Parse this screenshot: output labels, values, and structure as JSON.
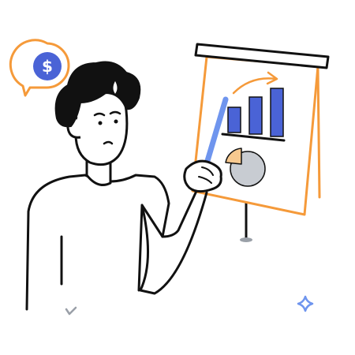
{
  "illustration": {
    "subject": "presenter-with-flipchart",
    "icons": [
      "speech-bubble-dollar-icon",
      "flipchart-icon",
      "bar-chart-icon",
      "trend-arrow-icon",
      "pie-chart-icon",
      "pointer-stick-icon",
      "sparkle-icon"
    ]
  },
  "speech_bubble": {
    "symbol": "$"
  },
  "flipchart": {
    "bar_chart": {
      "bar_levels": [
        0.45,
        0.7,
        0.95
      ]
    },
    "pie_chart": {
      "highlight_fraction": 0.25
    }
  },
  "colors": {
    "outline": "#111111",
    "hair": "#111111",
    "skin": "#ffffff",
    "accent_blue": "#4a63d6",
    "pointer_blue": "#6f95ee",
    "accent_orange": "#f59a3a",
    "pie_gray": "#c8ccd2",
    "pie_slice": "#f7c98f",
    "stand_gray": "#9aa0a8",
    "sparkle_blue": "#6f95ee"
  }
}
